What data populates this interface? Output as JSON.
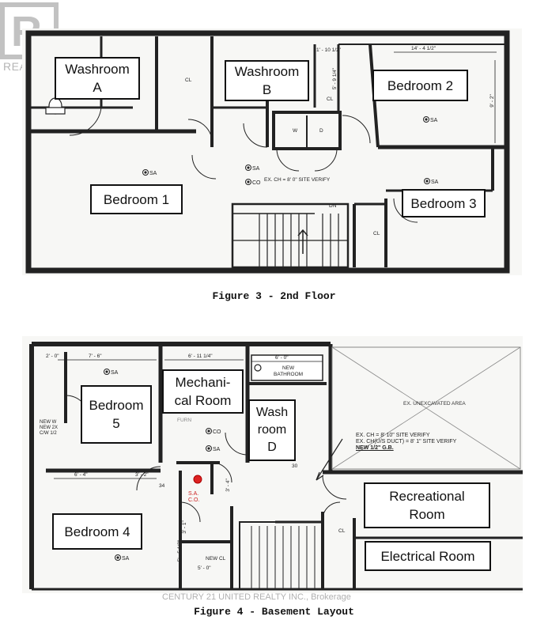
{
  "logo_text": "REALTOR",
  "watermark": "CENTURY 21 UNITED REALTY INC., Brokerage",
  "floor2": {
    "caption": "Figure 3 - 2nd Floor",
    "rooms": {
      "washroom_a": "Washroom\nA",
      "washroom_b": "Washroom\nB",
      "bedroom_2": "Bedroom 2",
      "bedroom_1": "Bedroom 1",
      "bedroom_3": "Bedroom 3"
    },
    "labels": {
      "cl1": "CL",
      "cl2": "CL",
      "cl3": "CL",
      "w": "W",
      "d": "D",
      "dn": "DN",
      "dim1": "1' - 10 1/2\"",
      "dim2": "14' - 4 1/2\"",
      "dim3": "5' - 9 1/4\"",
      "dim4": "9' - 2\"",
      "ceiling": "EX. CH = 8' 0\" SITE VERIFY",
      "sa": "SA",
      "co": "CO"
    }
  },
  "basement": {
    "caption": "Figure 4 - Basement Layout",
    "rooms": {
      "bedroom_5": "Bedroom\n5",
      "mechanical": "Mechani-\ncal Room",
      "wash_d": "Wash\nroom\nD",
      "recreational": "Recreational\nRoom",
      "bedroom_4": "Bedroom 4",
      "electrical": "Electrical Room"
    },
    "labels": {
      "new_bathroom": "NEW\nBATHROOM",
      "unexcavated": "EX. UNEXCAVATED AREA",
      "note1": "EX. CH = 8' 10\" SITE VERIFY",
      "note2": "EX. CH(U/S DUCT) = 8' 1\" SITE VERIFY",
      "note3": "NEW 1/2\" G.B.",
      "new_cl": "NEW CL",
      "cl": "CL",
      "furn": "FURN",
      "sac": "S.A.\nC.O.",
      "dim_a": "2' - 0\"",
      "dim_b": "7' - 6\"",
      "dim_c": "6' - 11 1/4\"",
      "dim_d": "6' - 0\"",
      "dim_e": "6' - 4\"",
      "dim_f": "3' - 2\"",
      "dim_g": "5' - 5 1/2\"",
      "dim_h": "5' - 0\"",
      "dim_i": "3' - 1\"",
      "dim_j": "3' - 4\"",
      "side_note": "NEW W\nNEW 2X\nC/W 1/2",
      "sa": "SA",
      "co": "CO",
      "door_tag": "30",
      "door_tag2": "34"
    }
  }
}
